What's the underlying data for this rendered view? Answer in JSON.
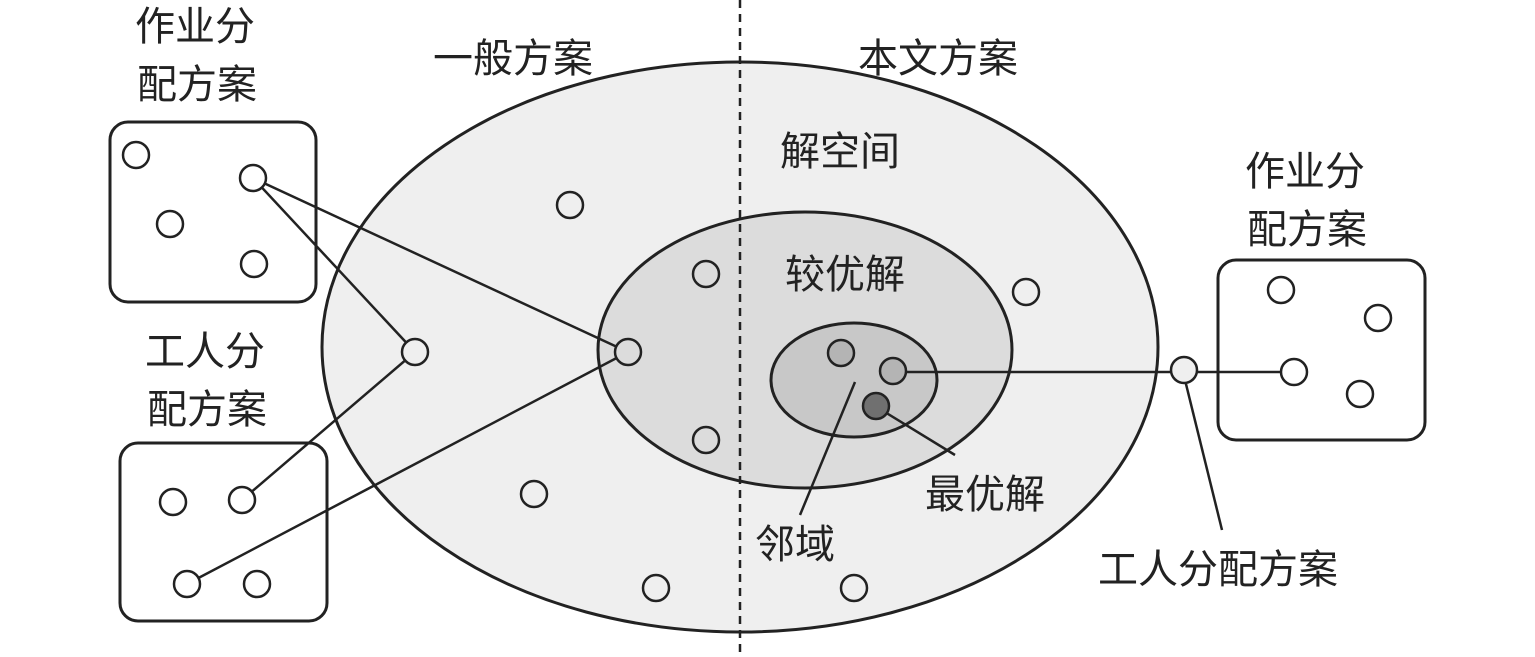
{
  "labels": {
    "general_scheme": "一般方案",
    "proposed_scheme": "本文方案",
    "solution_space": "解空间",
    "better_solution": "较优解",
    "optimal_solution": "最优解",
    "neighborhood": "邻域",
    "job_assignment_left_line1": "作业分",
    "job_assignment_left_line2": "配方案",
    "worker_assignment_left_line1": "工人分",
    "worker_assignment_left_line2": "配方案",
    "job_assignment_right_line1": "作业分",
    "job_assignment_right_line2": "配方案",
    "worker_assignment_right": "工人分配方案"
  },
  "colors": {
    "solution_space_fill": "#efefef",
    "better_solution_fill": "#dcdcdc",
    "neighborhood_fill": "#c8c8c8",
    "neighborhood_point": "#b4b4b4",
    "optimal_point": "#707070"
  }
}
